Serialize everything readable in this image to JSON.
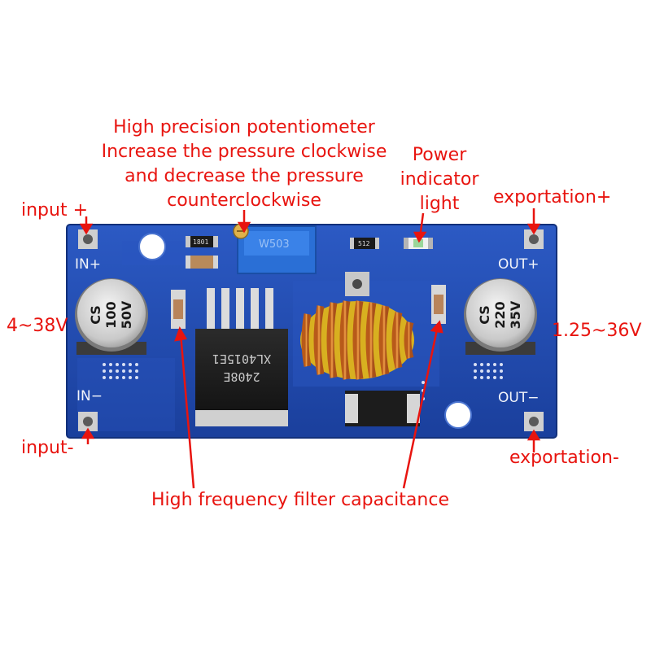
{
  "annotations": {
    "potentiometer_line1": "High precision potentiometer",
    "potentiometer_line2": "Increase the pressure clockwise",
    "potentiometer_line3": "and decrease the pressure",
    "potentiometer_line4": "counterclockwise",
    "power_line1": "Power",
    "power_line2": "indicator",
    "power_line3": "light",
    "input_plus": "input +",
    "input_minus": "input-",
    "export_plus": "exportation+",
    "export_minus": "exportation-",
    "input_voltage": "4~38V",
    "output_voltage": "1.25~36V",
    "filter_capacitance": "High frequency filter capacitance"
  },
  "board": {
    "in_plus": "IN+",
    "in_minus": "IN−",
    "out_plus": "OUT+",
    "out_minus": "OUT−",
    "input_cap": {
      "brand": "CS",
      "value": "100",
      "voltage": "50V"
    },
    "output_cap": {
      "brand": "CS",
      "value": "220",
      "voltage": "35V"
    },
    "chip_line1": "2408E",
    "chip_line2": "XL4015E1",
    "pot_label": "W503",
    "resistor1": "1801",
    "resistor2": "512"
  },
  "colors": {
    "annotation": "#e8140f",
    "pcb": "#1f4bb3",
    "pad": "#c8c8c8",
    "inductor": "#e8922e"
  }
}
